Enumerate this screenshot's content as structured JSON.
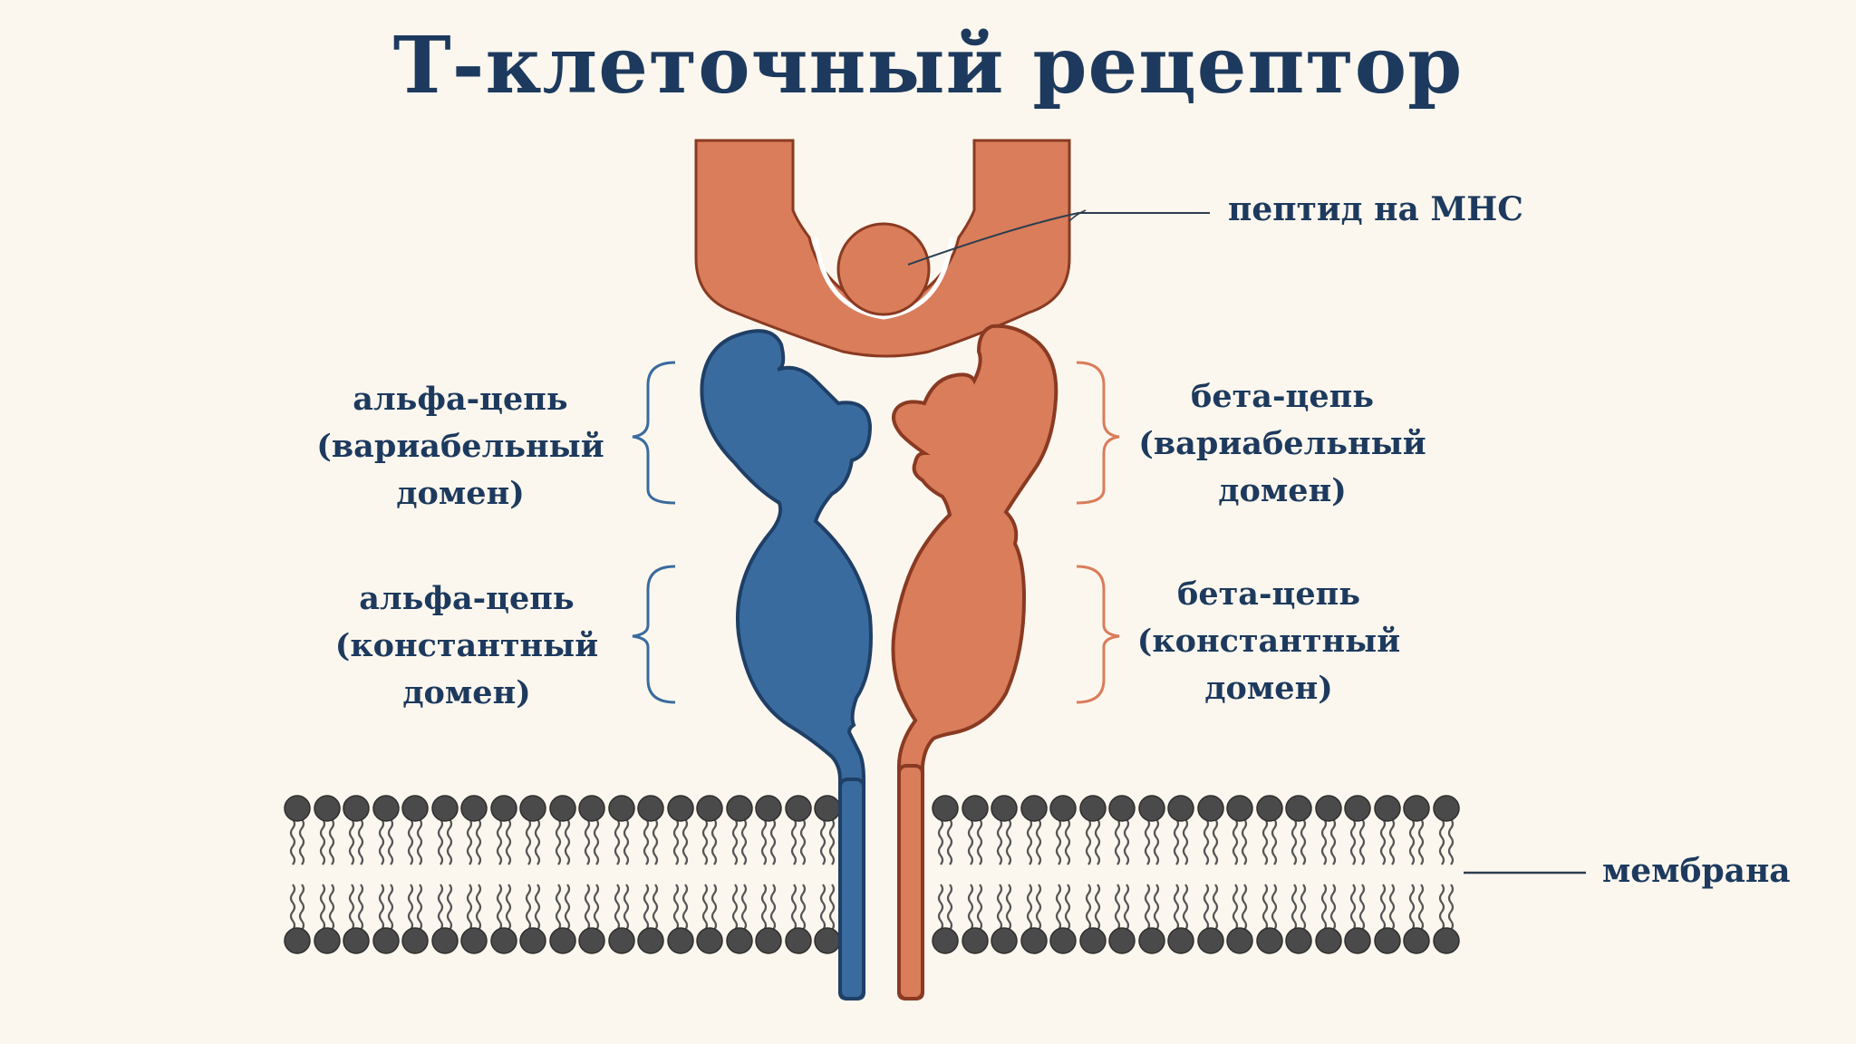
{
  "title": "Т-клеточный рецептор",
  "labels": {
    "peptide_mhc": "пептид на MHC",
    "alpha_variable": [
      "альфа-цепь",
      "(вариабельный",
      "домен)"
    ],
    "alpha_constant": [
      "альфа-цепь",
      "(константный",
      "домен)"
    ],
    "beta_variable": [
      "бета-цепь",
      "(вариабельный",
      "домен)"
    ],
    "beta_constant": [
      "бета-цепь",
      "(константный",
      "домен)"
    ],
    "membrane": "мембрана"
  },
  "colors": {
    "background": "#fcf7ee",
    "text": "#1d3a5e",
    "alpha_fill": "#3a6b9e",
    "alpha_stroke": "#1f3f66",
    "beta_fill": "#d97d5a",
    "beta_stroke": "#8a3a22",
    "mhc_fill": "#d97d5a",
    "membrane_head": "#4a4a4a",
    "membrane_tail": "#555555"
  }
}
